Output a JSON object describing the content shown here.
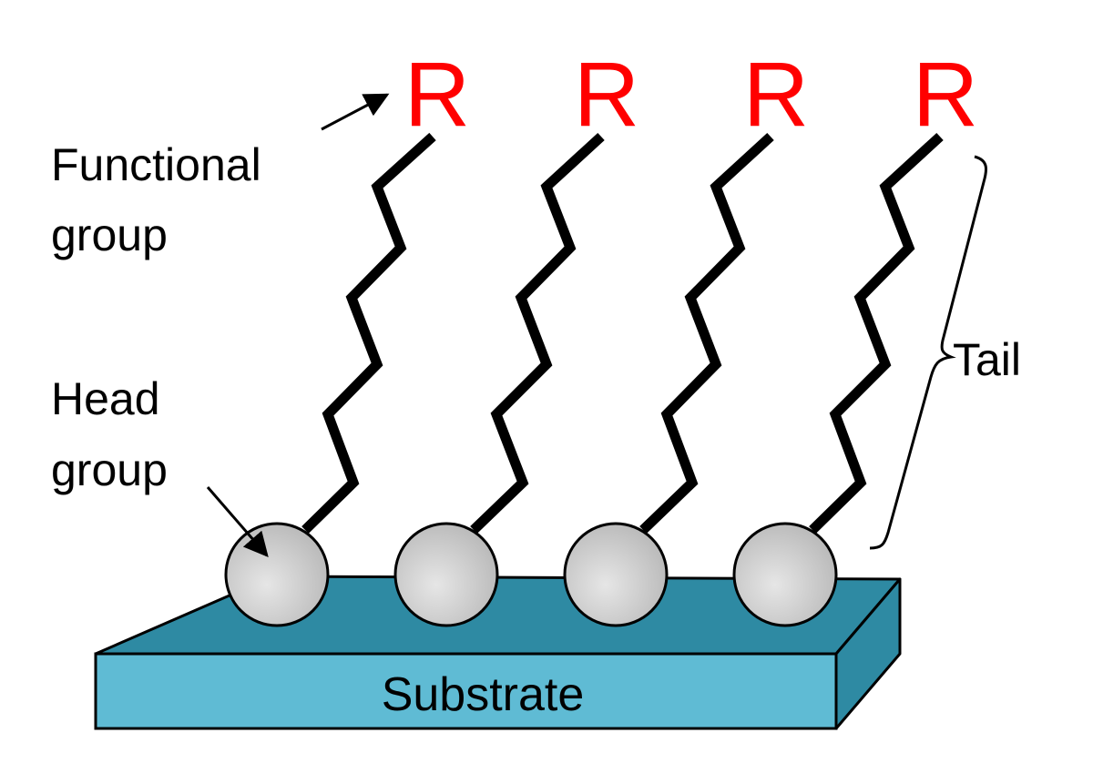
{
  "labels": {
    "functional_group": [
      "Functional",
      "group"
    ],
    "head_group": [
      "Head",
      "group"
    ],
    "tail": "Tail",
    "substrate": "Substrate",
    "r_groups": [
      "R",
      "R",
      "R",
      "R"
    ]
  },
  "colors": {
    "r_text": "#ff0000",
    "substrate_front": "#5fbbd4",
    "substrate_top": "#2e8aa3",
    "substrate_side": "#2e8aa3",
    "head_sphere": "#cccccc",
    "chain": "#000000"
  },
  "molecule_count": 4
}
